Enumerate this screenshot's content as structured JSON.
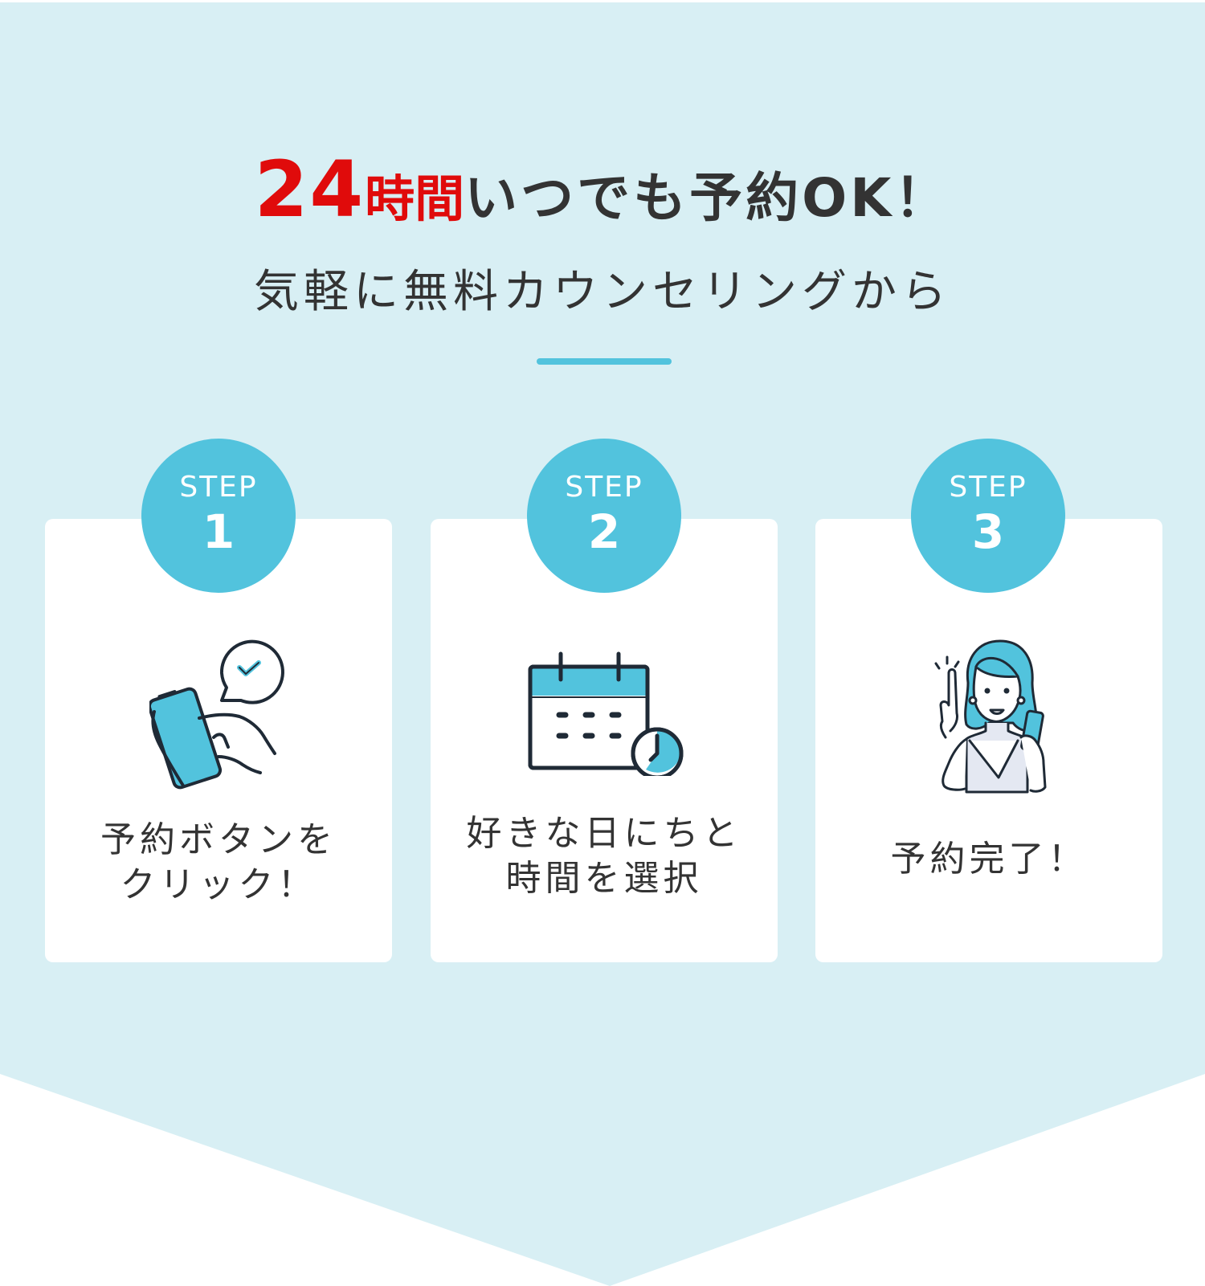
{
  "header": {
    "headline_number": "24",
    "headline_highlight": "時間",
    "headline_rest": "いつでも予約OK！",
    "subtitle": "気軽に無料カウンセリングから"
  },
  "colors": {
    "background": "#d8eff4",
    "accent": "#52c3dd",
    "highlight_red": "#e00b0b",
    "text": "#333333",
    "card": "#ffffff"
  },
  "steps": [
    {
      "label": "STEP",
      "number": "1",
      "icon": "phone-tap-check-icon",
      "caption_line1": "予約ボタンを",
      "caption_line2": "クリック！"
    },
    {
      "label": "STEP",
      "number": "2",
      "icon": "calendar-clock-icon",
      "caption_line1": "好きな日にちと",
      "caption_line2": "時間を選択"
    },
    {
      "label": "STEP",
      "number": "3",
      "icon": "woman-with-phone-icon",
      "caption_line1": "予約完了！"
    }
  ]
}
